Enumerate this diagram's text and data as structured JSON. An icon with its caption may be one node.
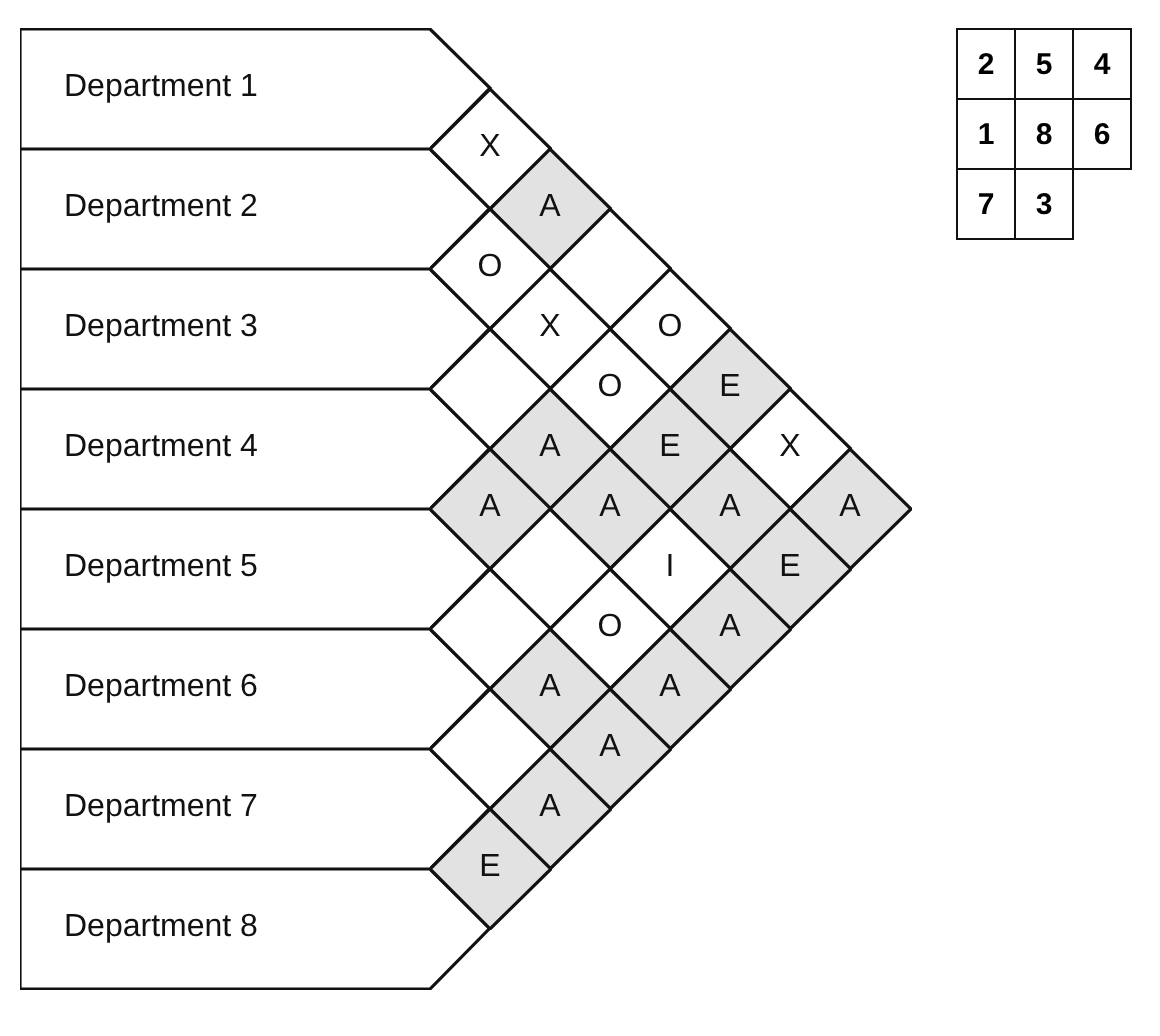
{
  "diagram": {
    "nodes": [
      {
        "text": [
          "Department 1"
        ]
      },
      {
        "text": [
          "Department 2"
        ]
      },
      {
        "text": [
          "Department 3"
        ]
      },
      {
        "text": [
          "Department 4"
        ]
      },
      {
        "text": [
          "Department 5"
        ]
      },
      {
        "text": [
          "Department 6"
        ]
      },
      {
        "text": [
          "Department 7"
        ]
      },
      {
        "text": [
          "Department 8"
        ]
      },
      {
        "text": [
          "X"
        ]
      },
      {
        "text": [
          "A"
        ]
      },
      {
        "text": [
          "O"
        ]
      },
      {
        "text": [],
        "shape": "diamond"
      },
      {
        "text": [
          "X"
        ]
      },
      {
        "text": [
          "O"
        ]
      },
      {
        "text": [],
        "shape": "diamond"
      },
      {
        "text": [
          "O"
        ]
      },
      {
        "text": [
          "E"
        ]
      },
      {
        "text": [
          "A"
        ]
      },
      {
        "text": [
          "E"
        ]
      },
      {
        "text": [
          "X"
        ]
      },
      {
        "text": [
          "A"
        ]
      },
      {
        "text": [
          "A"
        ]
      },
      {
        "text": [
          "A"
        ]
      },
      {
        "text": [
          "A"
        ]
      },
      {
        "text": [],
        "shape": "diamond"
      },
      {
        "text": [
          "I"
        ]
      },
      {
        "text": [
          "E"
        ]
      },
      {
        "text": [],
        "shape": "diamond"
      },
      {
        "text": [
          "O"
        ]
      },
      {
        "text": [
          "A"
        ]
      },
      {
        "text": [
          "A"
        ]
      },
      {
        "text": [
          "A"
        ]
      },
      {
        "text": [],
        "shape": "diamond"
      },
      {
        "text": [
          "A"
        ]
      },
      {
        "text": [
          "A"
        ]
      },
      {
        "text": [
          "E"
        ]
      }
    ],
    "labels": [
      "2",
      "5",
      "4",
      "1",
      "8",
      "6",
      "7",
      "3"
    ]
  }
}
